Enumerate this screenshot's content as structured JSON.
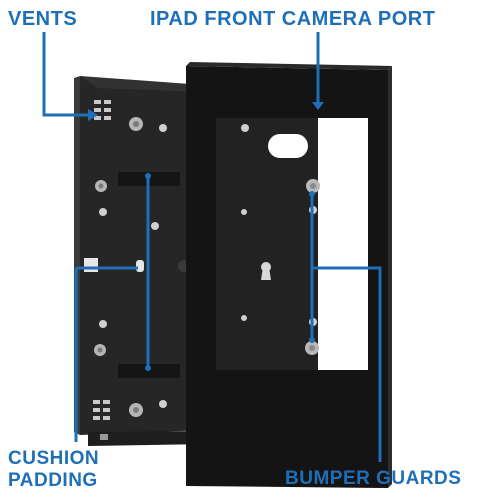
{
  "labels": {
    "vents": "VENTS",
    "front_camera_port": "IPAD FRONT CAMERA PORT",
    "cushion_padding_line1": "CUSHION",
    "cushion_padding_line2": "PADDING",
    "bumper_guards": "BUMPER GUARDS"
  },
  "colors": {
    "accent": "#1f6fb8",
    "enclosure_dark": "#1c1c1c",
    "enclosure_mid": "#2b2b2b",
    "frame_face": "#151515",
    "screw_silver": "#b5b5b5",
    "background": "#ffffff"
  },
  "icons": {
    "screw": "screw-icon",
    "keyhole": "keyhole-slot-icon",
    "vent_slot": "vent-slot-icon"
  }
}
